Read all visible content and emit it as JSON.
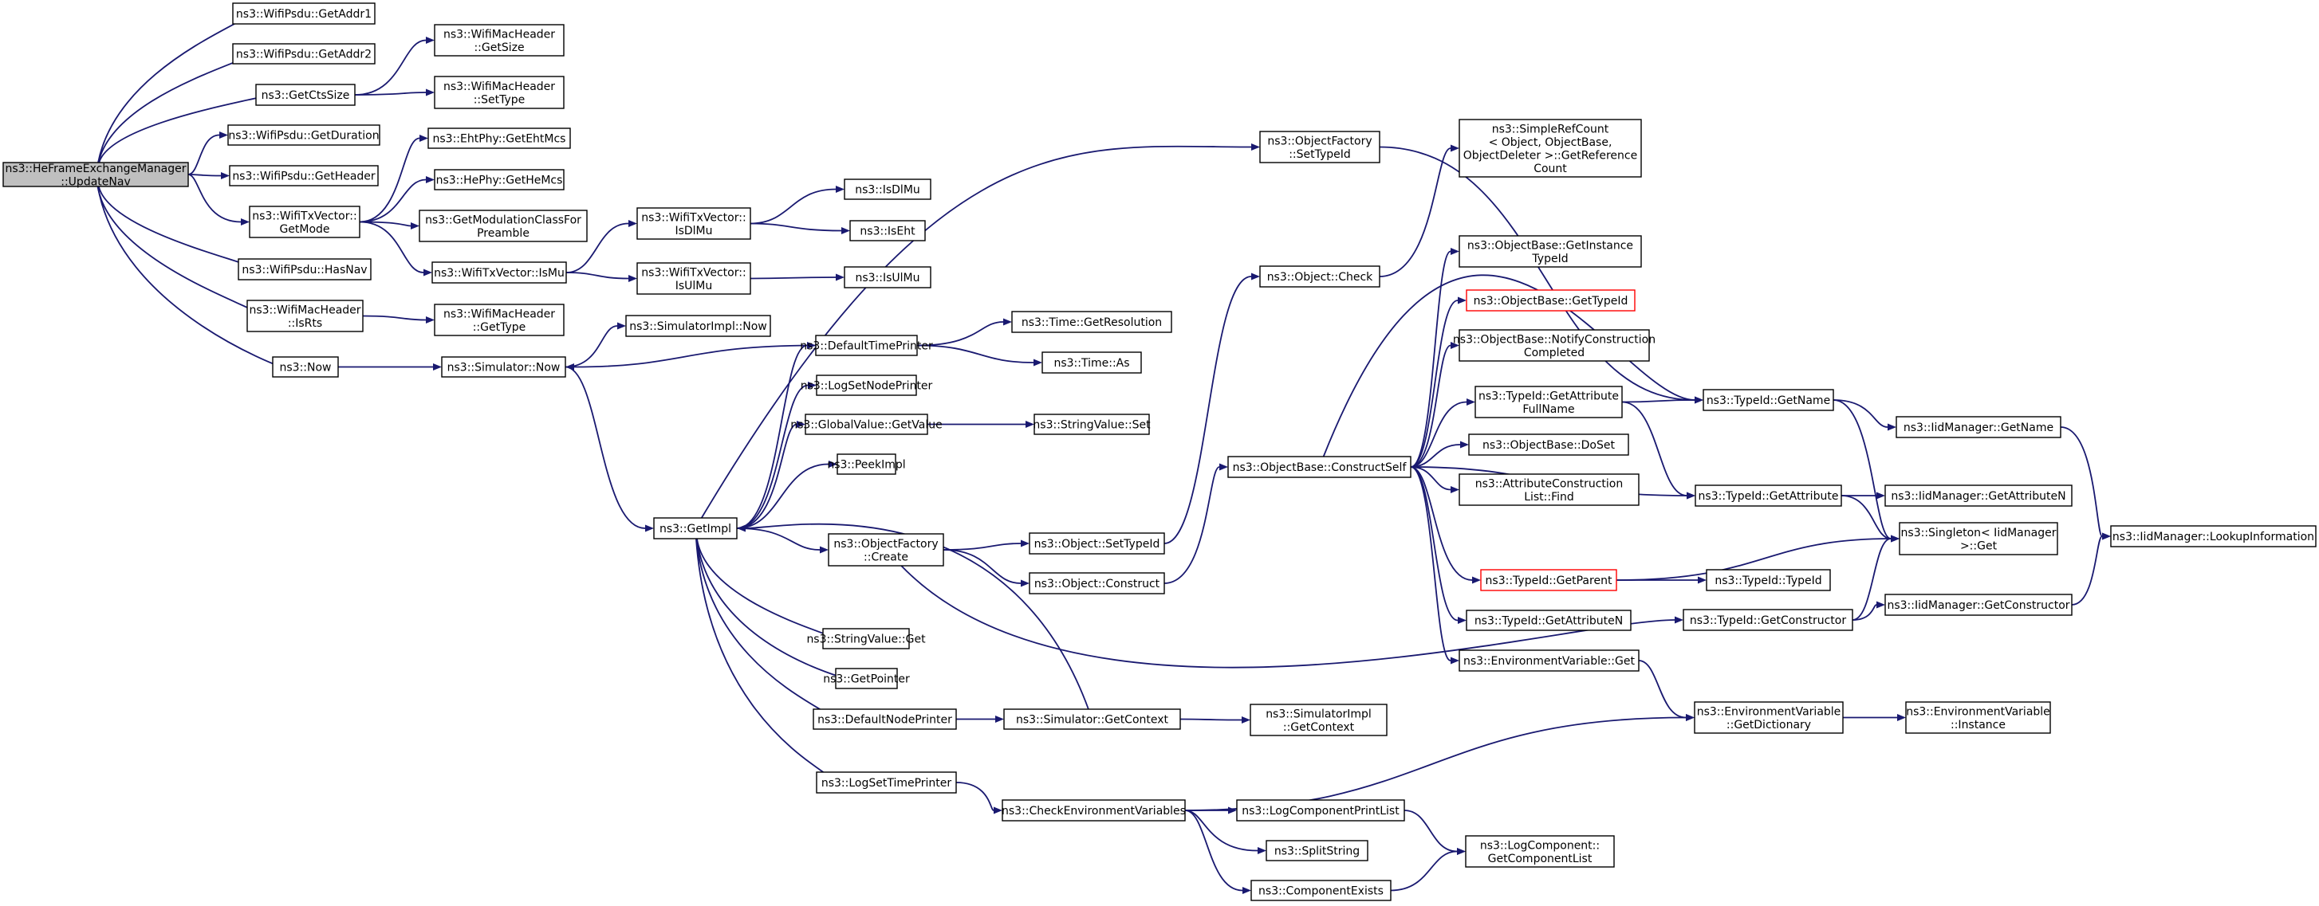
{
  "nodes": [
    {
      "id": "update_nav",
      "lines": [
        "ns3::HeFrameExchangeManager",
        "::UpdateNav"
      ],
      "style": "root",
      "colour": "#bfbfbf"
    },
    {
      "id": "psdu_getaddr1",
      "lines": [
        "ns3::WifiPsdu::GetAddr1"
      ]
    },
    {
      "id": "psdu_getaddr2",
      "lines": [
        "ns3::WifiPsdu::GetAddr2"
      ]
    },
    {
      "id": "getctssize",
      "lines": [
        "ns3::GetCtsSize"
      ]
    },
    {
      "id": "machdr_getsize",
      "lines": [
        "ns3::WifiMacHeader",
        "::GetSize"
      ]
    },
    {
      "id": "machdr_settype",
      "lines": [
        "ns3::WifiMacHeader",
        "::SetType"
      ]
    },
    {
      "id": "psdu_getduration",
      "lines": [
        "ns3::WifiPsdu::GetDuration"
      ]
    },
    {
      "id": "psdu_getheader",
      "lines": [
        "ns3::WifiPsdu::GetHeader"
      ]
    },
    {
      "id": "txvec_getmode",
      "lines": [
        "ns3::WifiTxVector::",
        "GetMode"
      ]
    },
    {
      "id": "ehtphy_getehtmcs",
      "lines": [
        "ns3::EhtPhy::GetEhtMcs"
      ]
    },
    {
      "id": "hephy_gethemcs",
      "lines": [
        "ns3::HePhy::GetHeMcs"
      ]
    },
    {
      "id": "getmodclass",
      "lines": [
        "ns3::GetModulationClassFor",
        "Preamble"
      ]
    },
    {
      "id": "txvec_ismu",
      "lines": [
        "ns3::WifiTxVector::IsMu"
      ]
    },
    {
      "id": "txvec_isdlmu",
      "lines": [
        "ns3::WifiTxVector::",
        "IsDlMu"
      ]
    },
    {
      "id": "txvec_isulmu",
      "lines": [
        "ns3::WifiTxVector::",
        "IsUlMu"
      ]
    },
    {
      "id": "isdlmu",
      "lines": [
        "ns3::IsDlMu"
      ]
    },
    {
      "id": "iseht",
      "lines": [
        "ns3::IsEht"
      ]
    },
    {
      "id": "isulmu",
      "lines": [
        "ns3::IsUlMu"
      ]
    },
    {
      "id": "psdu_hasnav",
      "lines": [
        "ns3::WifiPsdu::HasNav"
      ]
    },
    {
      "id": "machdr_isrts",
      "lines": [
        "ns3::WifiMacHeader",
        "::IsRts"
      ]
    },
    {
      "id": "machdr_gettype",
      "lines": [
        "ns3::WifiMacHeader",
        "::GetType"
      ]
    },
    {
      "id": "now",
      "lines": [
        "ns3::Now"
      ]
    },
    {
      "id": "sim_now",
      "lines": [
        "ns3::Simulator::Now"
      ]
    },
    {
      "id": "simimpl_now",
      "lines": [
        "ns3::SimulatorImpl::Now"
      ]
    },
    {
      "id": "defaulttimeprinter",
      "lines": [
        "ns3::DefaultTimePrinter"
      ]
    },
    {
      "id": "time_getresolution",
      "lines": [
        "ns3::Time::GetResolution"
      ]
    },
    {
      "id": "time_as",
      "lines": [
        "ns3::Time::As"
      ]
    },
    {
      "id": "logsetnodeprinter",
      "lines": [
        "ns3::LogSetNodePrinter"
      ]
    },
    {
      "id": "globalvalue_getvalue",
      "lines": [
        "ns3::GlobalValue::GetValue"
      ]
    },
    {
      "id": "stringvalue_set",
      "lines": [
        "ns3::StringValue::Set"
      ]
    },
    {
      "id": "peekimpl",
      "lines": [
        "ns3::PeekImpl"
      ]
    },
    {
      "id": "getimpl",
      "lines": [
        "ns3::GetImpl"
      ]
    },
    {
      "id": "objfactory_create",
      "lines": [
        "ns3::ObjectFactory",
        "::Create"
      ]
    },
    {
      "id": "stringvalue_get",
      "lines": [
        "ns3::StringValue::Get"
      ]
    },
    {
      "id": "getpointer",
      "lines": [
        "ns3::GetPointer"
      ]
    },
    {
      "id": "defaultnodeprinter",
      "lines": [
        "ns3::DefaultNodePrinter"
      ]
    },
    {
      "id": "sim_getcontext",
      "lines": [
        "ns3::Simulator::GetContext"
      ]
    },
    {
      "id": "simimpl_getcontext",
      "lines": [
        "ns3::SimulatorImpl",
        "::GetContext"
      ]
    },
    {
      "id": "logsettimeprinter",
      "lines": [
        "ns3::LogSetTimePrinter"
      ]
    },
    {
      "id": "checkenvvars",
      "lines": [
        "ns3::CheckEnvironmentVariables"
      ]
    },
    {
      "id": "logcomponentprintlist",
      "lines": [
        "ns3::LogComponentPrintList"
      ]
    },
    {
      "id": "splitstring",
      "lines": [
        "ns3::SplitString"
      ]
    },
    {
      "id": "componentexists",
      "lines": [
        "ns3::ComponentExists"
      ]
    },
    {
      "id": "logcomp_getcomplist",
      "lines": [
        "ns3::LogComponent::",
        "GetComponentList"
      ]
    },
    {
      "id": "objfactory_settypeid",
      "lines": [
        "ns3::ObjectFactory",
        "::SetTypeId"
      ]
    },
    {
      "id": "object_check",
      "lines": [
        "ns3::Object::Check"
      ]
    },
    {
      "id": "object_settypeid",
      "lines": [
        "ns3::Object::SetTypeId"
      ]
    },
    {
      "id": "object_construct",
      "lines": [
        "ns3::Object::Construct"
      ]
    },
    {
      "id": "objbase_constructself",
      "lines": [
        "ns3::ObjectBase::ConstructSelf"
      ]
    },
    {
      "id": "simplerefcount",
      "lines": [
        "ns3::SimpleRefCount",
        "< Object, ObjectBase,",
        " ObjectDeleter >::GetReference",
        "Count"
      ]
    },
    {
      "id": "objbase_getinstancetypeid",
      "lines": [
        "ns3::ObjectBase::GetInstance",
        "TypeId"
      ]
    },
    {
      "id": "objbase_gettypeid",
      "lines": [
        "ns3::ObjectBase::GetTypeId"
      ],
      "style": "red",
      "colour": "#ff0000"
    },
    {
      "id": "objbase_notifyconstruction",
      "lines": [
        "ns3::ObjectBase::NotifyConstruction",
        "Completed"
      ]
    },
    {
      "id": "typeid_getattributefullname",
      "lines": [
        "ns3::TypeId::GetAttribute",
        "FullName"
      ]
    },
    {
      "id": "objbase_doset",
      "lines": [
        "ns3::ObjectBase::DoSet"
      ]
    },
    {
      "id": "attrconstructionlist_find",
      "lines": [
        "ns3::AttributeConstruction",
        "List::Find"
      ]
    },
    {
      "id": "typeid_getparent",
      "lines": [
        "ns3::TypeId::GetParent"
      ],
      "style": "red",
      "colour": "#ff0000"
    },
    {
      "id": "typeid_getattributen",
      "lines": [
        "ns3::TypeId::GetAttributeN"
      ]
    },
    {
      "id": "envvar_get",
      "lines": [
        "ns3::EnvironmentVariable::Get"
      ]
    },
    {
      "id": "typeid_getname",
      "lines": [
        "ns3::TypeId::GetName"
      ]
    },
    {
      "id": "typeid_getattribute",
      "lines": [
        "ns3::TypeId::GetAttribute"
      ]
    },
    {
      "id": "typeid_typeid",
      "lines": [
        "ns3::TypeId::TypeId"
      ]
    },
    {
      "id": "typeid_getconstructor",
      "lines": [
        "ns3::TypeId::GetConstructor"
      ]
    },
    {
      "id": "envvar_getdictionary",
      "lines": [
        "ns3::EnvironmentVariable",
        "::GetDictionary"
      ]
    },
    {
      "id": "iidmgr_getname",
      "lines": [
        "ns3::IidManager::GetName"
      ]
    },
    {
      "id": "iidmgr_getattributen",
      "lines": [
        "ns3::IidManager::GetAttributeN"
      ]
    },
    {
      "id": "singleton_get",
      "lines": [
        "ns3::Singleton< IidManager",
        " >::Get"
      ]
    },
    {
      "id": "iidmgr_getconstructor",
      "lines": [
        "ns3::IidManager::GetConstructor"
      ]
    },
    {
      "id": "envvar_instance",
      "lines": [
        "ns3::EnvironmentVariable",
        "::Instance"
      ]
    },
    {
      "id": "iidmgr_lookupinformation",
      "lines": [
        "ns3::IidManager::LookupInformation"
      ]
    }
  ],
  "edges": [
    [
      "update_nav",
      "psdu_getaddr1"
    ],
    [
      "update_nav",
      "psdu_getaddr2"
    ],
    [
      "update_nav",
      "getctssize"
    ],
    [
      "update_nav",
      "psdu_getduration"
    ],
    [
      "update_nav",
      "psdu_getheader"
    ],
    [
      "update_nav",
      "txvec_getmode"
    ],
    [
      "update_nav",
      "psdu_hasnav"
    ],
    [
      "update_nav",
      "machdr_isrts"
    ],
    [
      "update_nav",
      "now"
    ],
    [
      "getctssize",
      "machdr_getsize"
    ],
    [
      "getctssize",
      "machdr_settype"
    ],
    [
      "txvec_getmode",
      "ehtphy_getehtmcs"
    ],
    [
      "txvec_getmode",
      "hephy_gethemcs"
    ],
    [
      "txvec_getmode",
      "getmodclass"
    ],
    [
      "txvec_getmode",
      "txvec_ismu"
    ],
    [
      "txvec_ismu",
      "txvec_isdlmu"
    ],
    [
      "txvec_ismu",
      "txvec_isulmu"
    ],
    [
      "txvec_isdlmu",
      "isdlmu"
    ],
    [
      "txvec_isdlmu",
      "iseht"
    ],
    [
      "txvec_isulmu",
      "isulmu"
    ],
    [
      "machdr_isrts",
      "machdr_gettype"
    ],
    [
      "now",
      "sim_now"
    ],
    [
      "sim_now",
      "simimpl_now"
    ],
    [
      "sim_now",
      "getimpl"
    ],
    [
      "defaulttimeprinter",
      "sim_now"
    ],
    [
      "defaulttimeprinter",
      "time_getresolution"
    ],
    [
      "defaulttimeprinter",
      "time_as"
    ],
    [
      "getimpl",
      "defaulttimeprinter"
    ],
    [
      "getimpl",
      "logsetnodeprinter"
    ],
    [
      "getimpl",
      "globalvalue_getvalue"
    ],
    [
      "getimpl",
      "peekimpl"
    ],
    [
      "getimpl",
      "objfactory_create"
    ],
    [
      "getimpl",
      "stringvalue_get"
    ],
    [
      "getimpl",
      "getpointer"
    ],
    [
      "getimpl",
      "defaultnodeprinter"
    ],
    [
      "getimpl",
      "logsettimeprinter"
    ],
    [
      "getimpl",
      "objfactory_settypeid"
    ],
    [
      "sim_getcontext",
      "getimpl"
    ],
    [
      "globalvalue_getvalue",
      "stringvalue_set"
    ],
    [
      "objfactory_create",
      "object_settypeid"
    ],
    [
      "objfactory_create",
      "object_construct"
    ],
    [
      "objfactory_create",
      "typeid_getconstructor"
    ],
    [
      "defaultnodeprinter",
      "sim_getcontext"
    ],
    [
      "sim_getcontext",
      "simimpl_getcontext"
    ],
    [
      "logsettimeprinter",
      "checkenvvars"
    ],
    [
      "checkenvvars",
      "logcomponentprintlist"
    ],
    [
      "checkenvvars",
      "splitstring"
    ],
    [
      "checkenvvars",
      "componentexists"
    ],
    [
      "checkenvvars",
      "envvar_getdictionary"
    ],
    [
      "logcomponentprintlist",
      "logcomp_getcomplist"
    ],
    [
      "componentexists",
      "logcomp_getcomplist"
    ],
    [
      "objfactory_settypeid",
      "typeid_getname"
    ],
    [
      "object_settypeid",
      "object_check"
    ],
    [
      "object_check",
      "simplerefcount"
    ],
    [
      "object_construct",
      "objbase_constructself"
    ],
    [
      "objbase_constructself",
      "objbase_getinstancetypeid"
    ],
    [
      "objbase_constructself",
      "objbase_gettypeid"
    ],
    [
      "objbase_constructself",
      "objbase_notifyconstruction"
    ],
    [
      "objbase_constructself",
      "typeid_getattributefullname"
    ],
    [
      "objbase_constructself",
      "objbase_doset"
    ],
    [
      "objbase_constructself",
      "attrconstructionlist_find"
    ],
    [
      "objbase_constructself",
      "typeid_getparent"
    ],
    [
      "objbase_constructself",
      "typeid_getattributen"
    ],
    [
      "objbase_constructself",
      "envvar_get"
    ],
    [
      "objbase_constructself",
      "typeid_getname"
    ],
    [
      "objbase_constructself",
      "typeid_getattribute"
    ],
    [
      "typeid_getattributefullname",
      "typeid_getname"
    ],
    [
      "typeid_getattributefullname",
      "typeid_getattribute"
    ],
    [
      "typeid_getparent",
      "singleton_get"
    ],
    [
      "typeid_getparent",
      "typeid_typeid"
    ],
    [
      "envvar_get",
      "envvar_getdictionary"
    ],
    [
      "typeid_getname",
      "iidmgr_getname"
    ],
    [
      "typeid_getname",
      "singleton_get"
    ],
    [
      "typeid_getattribute",
      "iidmgr_getattributen"
    ],
    [
      "typeid_getattribute",
      "singleton_get"
    ],
    [
      "typeid_getconstructor",
      "iidmgr_getconstructor"
    ],
    [
      "typeid_getconstructor",
      "singleton_get"
    ],
    [
      "envvar_getdictionary",
      "envvar_instance"
    ],
    [
      "iidmgr_getname",
      "iidmgr_lookupinformation"
    ],
    [
      "iidmgr_getconstructor",
      "iidmgr_lookupinformation"
    ]
  ]
}
